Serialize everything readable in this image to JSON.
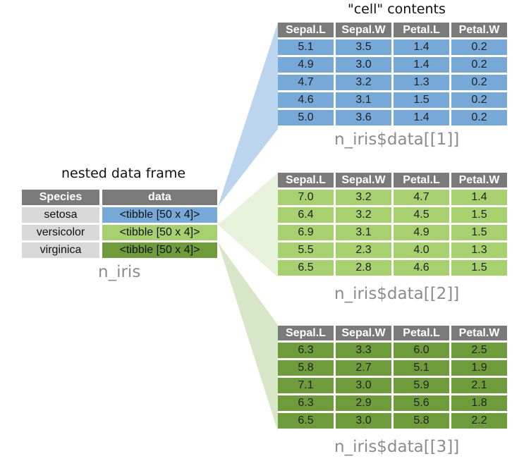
{
  "left": {
    "title": "nested data frame",
    "caption": "n_iris",
    "headers": [
      "Species",
      "data"
    ],
    "rows": [
      {
        "species": "setosa",
        "data": "<tibble [50 x 4]>",
        "color": "#76a9d8"
      },
      {
        "species": "versicolor",
        "data": "<tibble [50 x 4]>",
        "color": "#a7d16f"
      },
      {
        "species": "virginica",
        "data": "<tibble [50 x 4]>",
        "color": "#6f9c3a"
      }
    ]
  },
  "right": {
    "title": "\"cell\" contents",
    "headers": [
      "Sepal.L",
      "Sepal.W",
      "Petal.L",
      "Petal.W"
    ],
    "tables": [
      {
        "caption": "n_iris$data[[1]]",
        "color": "#76a9d8",
        "rows": [
          [
            "5.1",
            "3.5",
            "1.4",
            "0.2"
          ],
          [
            "4.9",
            "3.0",
            "1.4",
            "0.2"
          ],
          [
            "4.7",
            "3.2",
            "1.3",
            "0.2"
          ],
          [
            "4.6",
            "3.1",
            "1.5",
            "0.2"
          ],
          [
            "5.0",
            "3.6",
            "1.4",
            "0.2"
          ]
        ]
      },
      {
        "caption": "n_iris$data[[2]]",
        "color": "#a7d16f",
        "rows": [
          [
            "7.0",
            "3.2",
            "4.7",
            "1.4"
          ],
          [
            "6.4",
            "3.2",
            "4.5",
            "1.5"
          ],
          [
            "6.9",
            "3.1",
            "4.9",
            "1.5"
          ],
          [
            "5.5",
            "2.3",
            "4.0",
            "1.3"
          ],
          [
            "6.5",
            "2.8",
            "4.6",
            "1.5"
          ]
        ]
      },
      {
        "caption": "n_iris$data[[3]]",
        "color": "#6f9c3a",
        "rows": [
          [
            "6.3",
            "3.3",
            "6.0",
            "2.5"
          ],
          [
            "5.8",
            "2.7",
            "5.1",
            "1.9"
          ],
          [
            "7.1",
            "3.0",
            "5.9",
            "2.1"
          ],
          [
            "6.3",
            "2.9",
            "5.6",
            "1.8"
          ],
          [
            "6.5",
            "3.0",
            "5.8",
            "2.2"
          ]
        ]
      }
    ]
  }
}
